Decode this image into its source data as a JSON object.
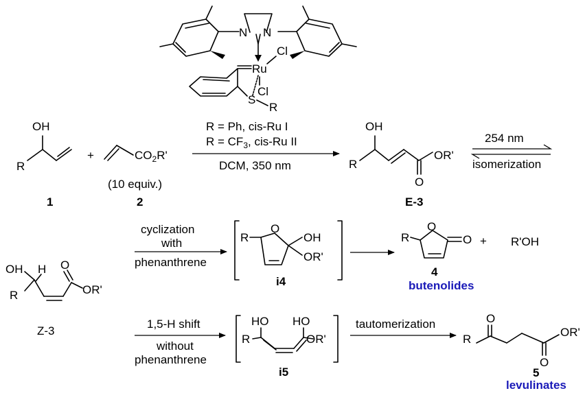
{
  "colors": {
    "ink": "#000000",
    "accent": "#1a1ab8"
  },
  "catalyst": {
    "conditions": [
      "R = Ph, cis-Ru I",
      "R = CF3, cis-Ru II",
      "DCM, 350 nm"
    ]
  },
  "compounds": {
    "c1": {
      "num": "1"
    },
    "c2": {
      "num": "2",
      "equiv": "(10 equiv.)"
    },
    "e3": {
      "num": "E-3"
    },
    "z3": {
      "num": "Z-3"
    },
    "i4": {
      "num": "i4"
    },
    "c4": {
      "num": "4",
      "name": "butenolides",
      "coproduct": "R'OH"
    },
    "i5": {
      "num": "i5"
    },
    "c5": {
      "num": "5",
      "name": "levulinates"
    }
  },
  "arrows": {
    "isom": {
      "top": "254 nm",
      "bottom": "isomerization"
    },
    "cycl": {
      "top": [
        "cyclization",
        "with"
      ],
      "bottom": "phenanthrene"
    },
    "shift": {
      "top": "1,5-H shift",
      "bottom": [
        "without",
        "phenanthrene"
      ]
    },
    "taut": {
      "top": "tautomerization"
    }
  }
}
